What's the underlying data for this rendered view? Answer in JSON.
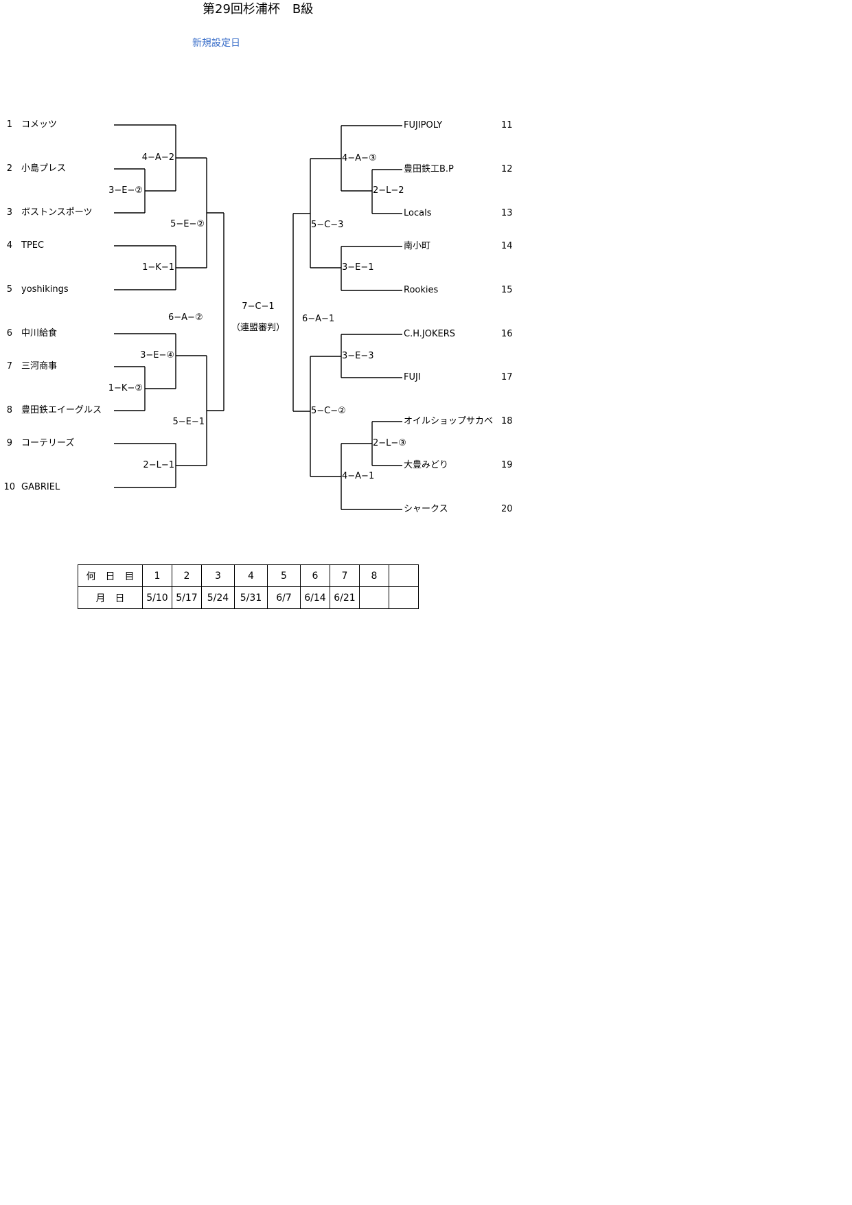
{
  "title": "第29回杉浦杯　B級",
  "subtitle": "新規設定日",
  "left_teams": [
    {
      "no": "1",
      "name": "コメッツ"
    },
    {
      "no": "2",
      "name": "小島プレス"
    },
    {
      "no": "3",
      "name": "ボストンスポーツ"
    },
    {
      "no": "4",
      "name": "TPEC"
    },
    {
      "no": "5",
      "name": "yoshikings"
    },
    {
      "no": "6",
      "name": "中川給食"
    },
    {
      "no": "7",
      "name": "三河商事"
    },
    {
      "no": "8",
      "name": "豊田鉄エイーグルス"
    },
    {
      "no": "9",
      "name": "コーテリーズ"
    },
    {
      "no": "10",
      "name": "GABRIEL"
    }
  ],
  "right_teams": [
    {
      "no": "11",
      "name": "FUJIPOLY"
    },
    {
      "no": "12",
      "name": "豊田鉄工B.P"
    },
    {
      "no": "13",
      "name": "Locals"
    },
    {
      "no": "14",
      "name": "南小町"
    },
    {
      "no": "15",
      "name": "Rookies"
    },
    {
      "no": "16",
      "name": "C.H.JOKERS"
    },
    {
      "no": "17",
      "name": "FUJI"
    },
    {
      "no": "18",
      "name": "オイルショップサカベ"
    },
    {
      "no": "19",
      "name": "大豊みどり"
    },
    {
      "no": "20",
      "name": "シャークス"
    }
  ],
  "matches": {
    "l_4A2": "4−A−2",
    "l_3E2": "3−E−②",
    "l_5E2": "5−E−②",
    "l_1K1": "1−K−1",
    "l_6A2": "6−A−②",
    "l_3E4": "3−E−④",
    "l_1K2": "1−K−②",
    "l_5E1": "5−E−1",
    "l_2L1": "2−L−1",
    "final": "7−C−1",
    "final_note": "（連盟審判）",
    "r_4A3": "4−A−③",
    "r_2L2": "2−L−2",
    "r_5C3": "5−C−3",
    "r_3E1": "3−E−1",
    "r_6A1": "6−A−1",
    "r_3E3": "3−E−3",
    "r_5C2": "5−C−②",
    "r_2L3": "2−L−③",
    "r_4A1": "4−A−1"
  },
  "schedule": {
    "row1_label": "何　日　目",
    "row2_label": "月　日",
    "days": [
      "1",
      "2",
      "3",
      "4",
      "5",
      "6",
      "7",
      "8",
      ""
    ],
    "dates": [
      "5/10",
      "5/17",
      "5/24",
      "5/31",
      "6/7",
      "6/14",
      "6/21",
      "",
      ""
    ]
  }
}
